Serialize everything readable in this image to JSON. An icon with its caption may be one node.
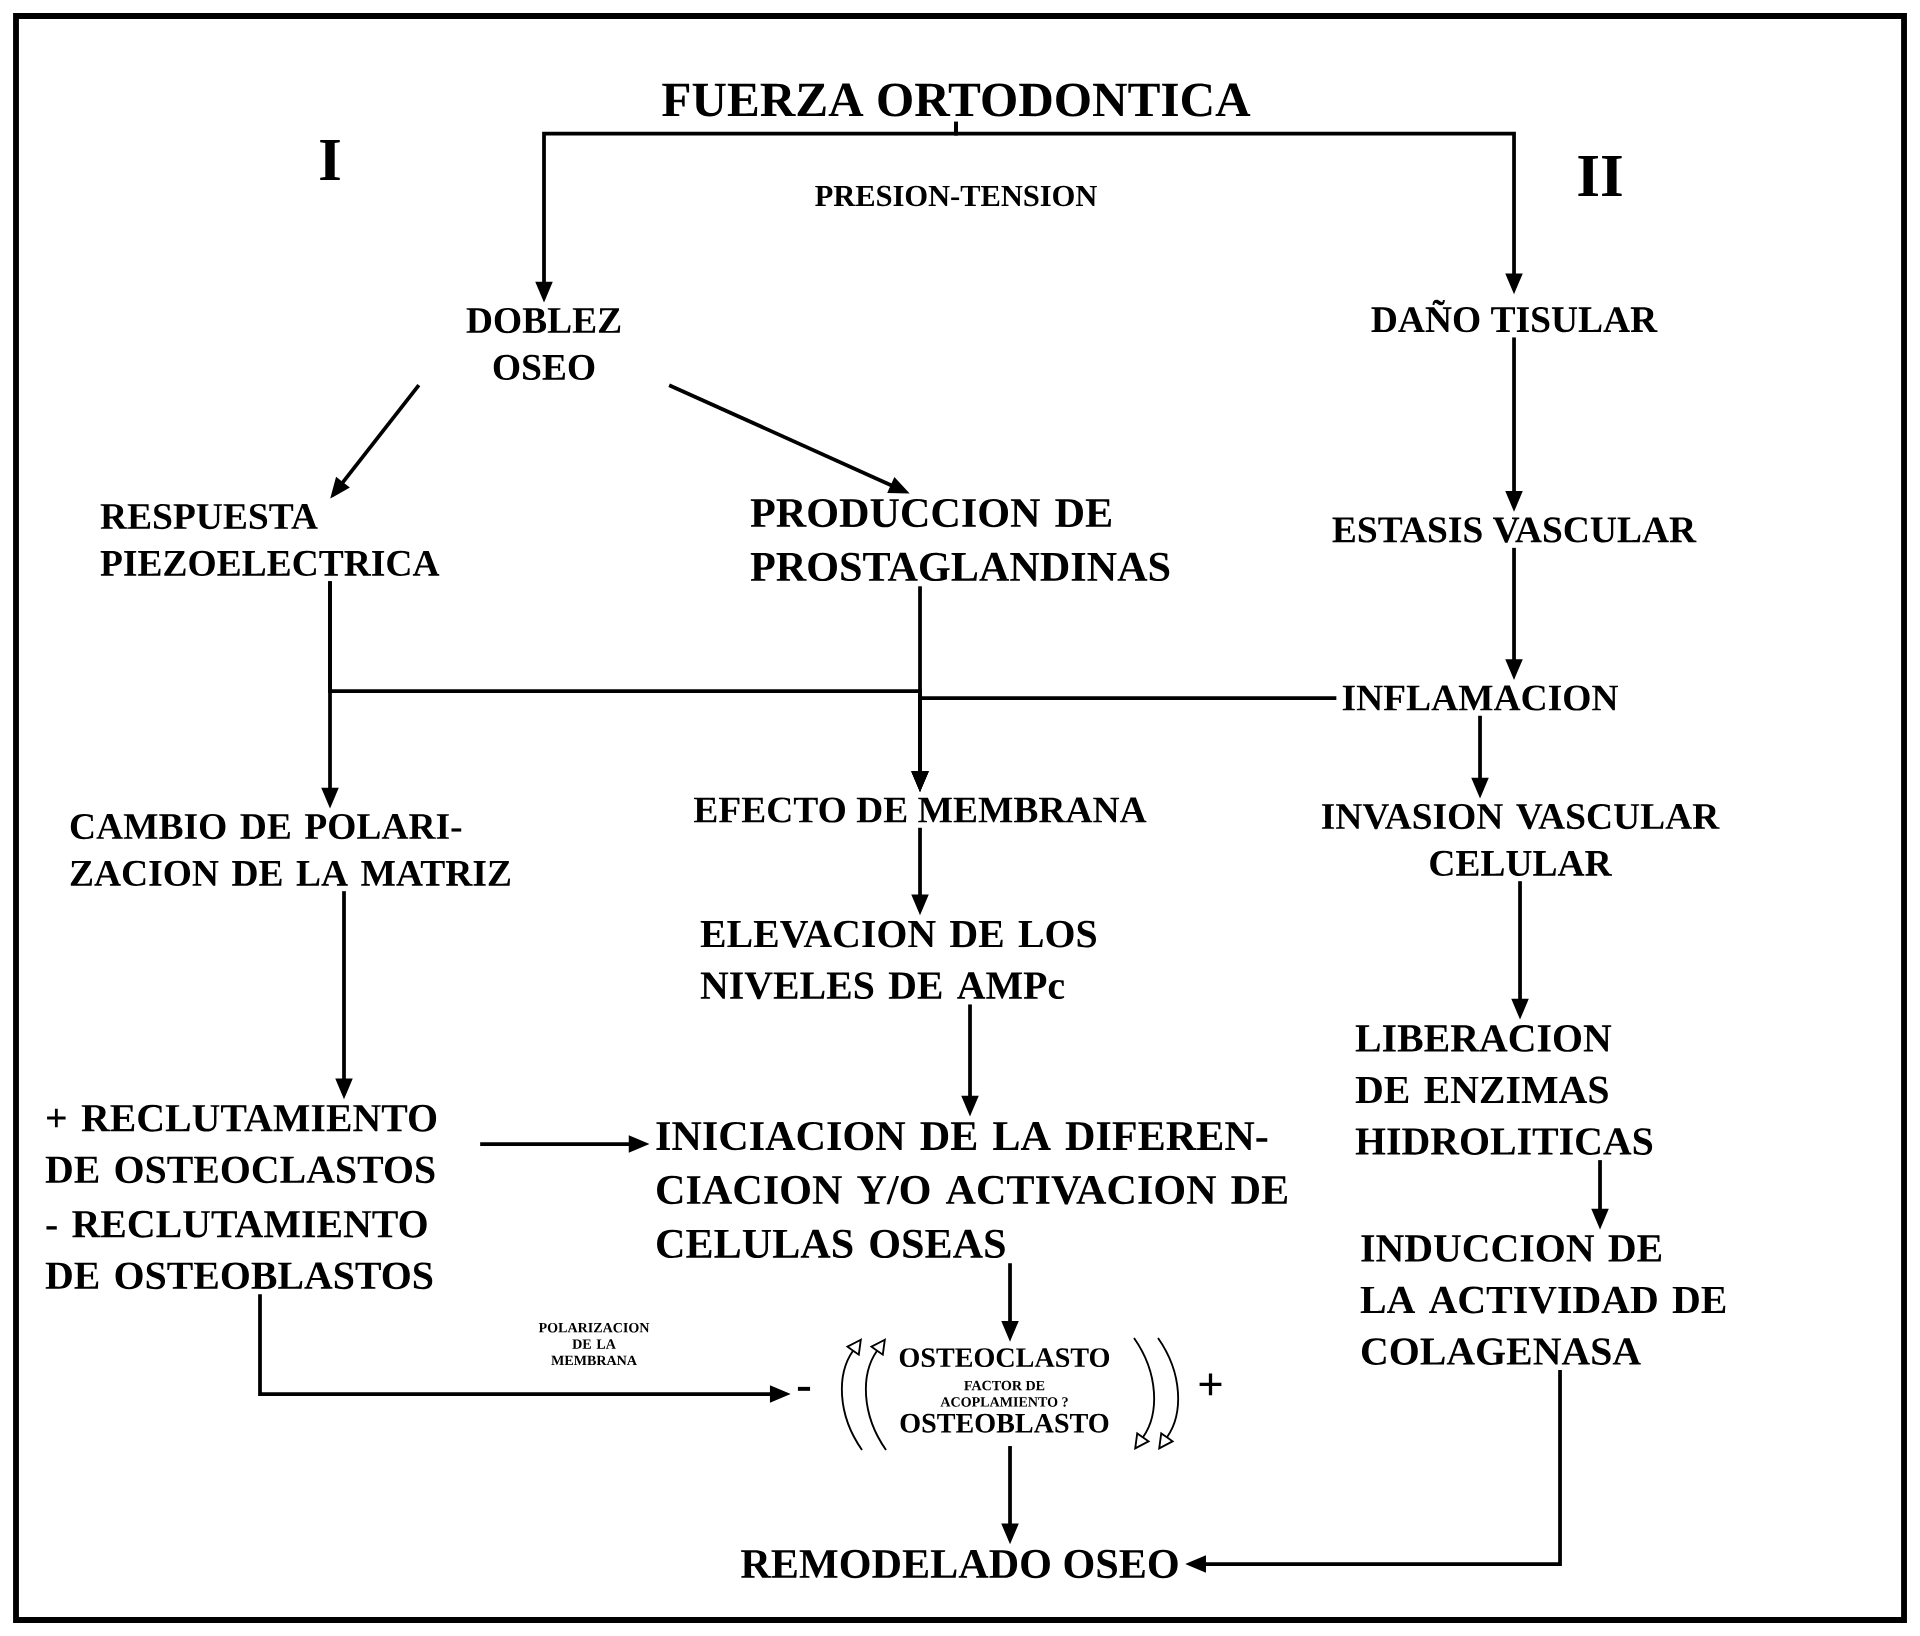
{
  "diagram": {
    "nodes": [
      {
        "text": [
          "FUERZA ORTODONTICA"
        ]
      },
      {
        "text": [
          "DOBLEZ OSEO"
        ]
      },
      {
        "text": [
          "DAÑO TISULAR"
        ]
      },
      {
        "text": [
          "RESPUESTA PIEZOELECTRICA"
        ]
      },
      {
        "text": [
          "PRODUCCION DE PROSTAGLANDINAS"
        ]
      },
      {
        "text": [
          "ESTASIS VASCULAR"
        ]
      },
      {
        "text": [
          "INFLAMACION"
        ]
      },
      {
        "text": [
          "CAMBIO DE POLARI- ZACION DE LA MATRIZ"
        ]
      },
      {
        "text": [
          "EFECTO DE MEMBRANA"
        ]
      },
      {
        "text": [
          "INVASION VASCULAR CELULAR"
        ]
      },
      {
        "text": [
          "ELEVACION DE LOS NIVELES DE AMPc"
        ]
      },
      {
        "text": [
          "+ RECLUTAMIENTO DE OSTEOCLASTOS"
        ]
      },
      {
        "text": [
          "- RECLUTAMIENTO DE OSTEOBLASTOS"
        ]
      },
      {
        "text": [
          "INICIACION DE LA DIFEREN- CIACION Y/O ACTIVACION DE CELULAS OSEAS"
        ]
      },
      {
        "text": [
          "LIBERACION DE ENZIMAS HIDROLITICAS"
        ]
      },
      {
        "text": [
          "INDUCCION DE LA ACTIVIDAD DE COLAGENASA"
        ]
      },
      {
        "text": [
          "-",
          "OSTEOCLASTO",
          "FACTOR DE ACOPLAMIENTO ?",
          "OSTEOBLASTO",
          "+"
        ]
      },
      {
        "text": [
          "REMODELADO OSEO"
        ]
      }
    ],
    "edges": [
      {
        "from": 0,
        "to": 1,
        "arrow": "to"
      },
      {
        "from": 0,
        "to": 2,
        "arrow": "to"
      },
      {
        "from": 1,
        "to": 3,
        "arrow": "to"
      },
      {
        "from": 1,
        "to": 4,
        "arrow": "to"
      },
      {
        "from": 2,
        "to": 5,
        "arrow": "to"
      },
      {
        "from": 3,
        "to": 7,
        "arrow": "to"
      },
      {
        "from": 3,
        "to": 8,
        "arrow": "to"
      },
      {
        "from": 4,
        "to": 8,
        "arrow": "to"
      },
      {
        "from": 5,
        "to": 6,
        "arrow": "to"
      },
      {
        "from": 6,
        "to": 8,
        "arrow": "to"
      },
      {
        "from": 6,
        "to": 9,
        "arrow": "to"
      },
      {
        "from": 8,
        "to": 10,
        "arrow": "to"
      },
      {
        "from": 7,
        "to": 11,
        "arrow": "to"
      },
      {
        "from": 9,
        "to": 14,
        "arrow": "to"
      },
      {
        "from": 10,
        "to": 13,
        "arrow": "to"
      },
      {
        "from": 11,
        "to": 13,
        "arrow": "to"
      },
      {
        "from": 14,
        "to": 15,
        "arrow": "to"
      },
      {
        "from": 13,
        "to": 16,
        "arrow": "to"
      },
      {
        "from": 12,
        "to": 16,
        "arrow": "to"
      },
      {
        "from": 16,
        "to": 17,
        "arrow": "to"
      },
      {
        "from": 15,
        "to": 17,
        "arrow": "to"
      }
    ],
    "labels": [
      "I",
      "II",
      "PRESION-TENSION",
      "POLARIZACION DE LA MEMBRANA"
    ]
  }
}
